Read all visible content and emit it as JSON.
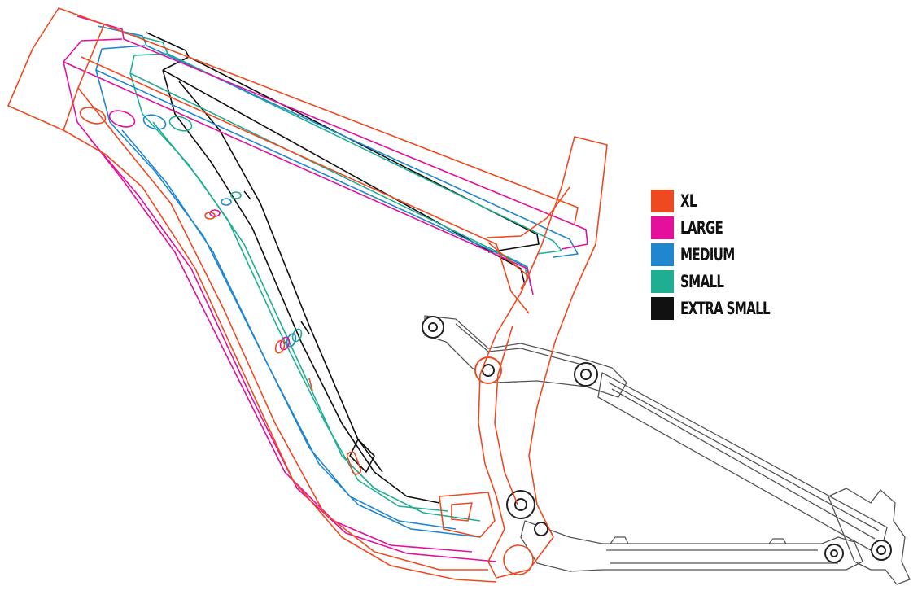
{
  "colors": {
    "xl": "#ee4a22",
    "large": "#e2109a",
    "medium": "#1f86cf",
    "small": "#20ae93",
    "extra_small": "#111111",
    "chainstay": "#555555"
  },
  "legend": {
    "items": [
      {
        "key": "xl",
        "label": "XL",
        "color": "#ee4a22"
      },
      {
        "key": "large",
        "label": "LARGE",
        "color": "#e2109a"
      },
      {
        "key": "medium",
        "label": "MEDIUM",
        "color": "#1f86cf"
      },
      {
        "key": "small",
        "label": "SMALL",
        "color": "#20ae93"
      },
      {
        "key": "extra_small",
        "label": "EXTRA SMALL",
        "color": "#111111"
      }
    ]
  }
}
